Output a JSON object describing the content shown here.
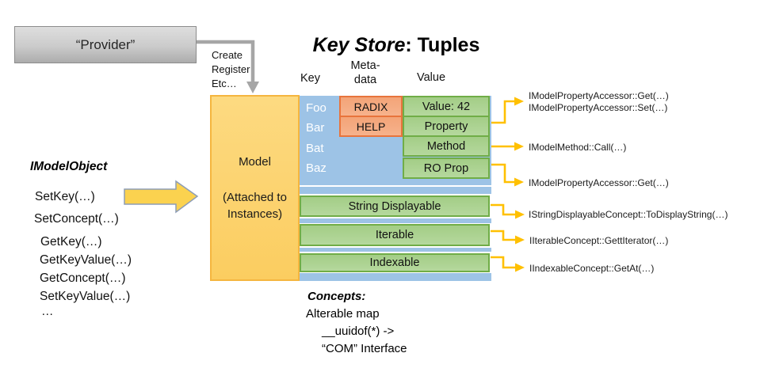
{
  "title": {
    "emphasis": "Key Store",
    "rest": ": Tuples"
  },
  "provider": {
    "label": "“Provider”",
    "actions": [
      "Create",
      "Register",
      "Etc…"
    ]
  },
  "table": {
    "headers": {
      "key": "Key",
      "meta_line1": "Meta-",
      "meta_line2": "data",
      "value": "Value"
    },
    "model": {
      "name": "Model",
      "sub_line1": "(Attached to",
      "sub_line2": "Instances)"
    },
    "keys": [
      "Foo",
      "Bar",
      "Bat",
      "Baz"
    ],
    "metadata": [
      "RADIX",
      "HELP"
    ],
    "values": [
      "Value: 42",
      "Property",
      "Method",
      "RO Prop"
    ],
    "concept_rows": [
      "String Displayable",
      "Iterable",
      "Indexable"
    ]
  },
  "annotations": {
    "property_get": "IModelPropertyAccessor::Get(…)",
    "property_set": "IModelPropertyAccessor::Set(…)",
    "method_call": "IModelMethod::Call(…)",
    "ro_prop_get": "IModelPropertyAccessor::Get(…)",
    "string_displayable": "IStringDisplayableConcept::ToDisplayString(…)",
    "iterable": "IIterableConcept::GettIterator(…)",
    "indexable": "IIndexableConcept::GetAt(…)"
  },
  "imodelobject": {
    "title": "IModelObject",
    "methods": [
      "SetKey(…)",
      "SetConcept(…)",
      "GetKey(…)",
      "GetKeyValue(…)",
      "GetConcept(…)",
      "SetKeyValue(…)",
      "…"
    ]
  },
  "concepts_note": {
    "title": "Concepts:",
    "line1": "Alterable map",
    "line2": "__uuidof(*) ->",
    "line3": "“COM” Interface"
  },
  "colors": {
    "model_orange": "#fbd26e",
    "store_blue": "#9dc3e6",
    "metadata_salmon": "#f4a97e",
    "value_green": "#a9d18e",
    "connector_yellow": "#ffc000",
    "provider_gray": "#c9c9c9"
  }
}
